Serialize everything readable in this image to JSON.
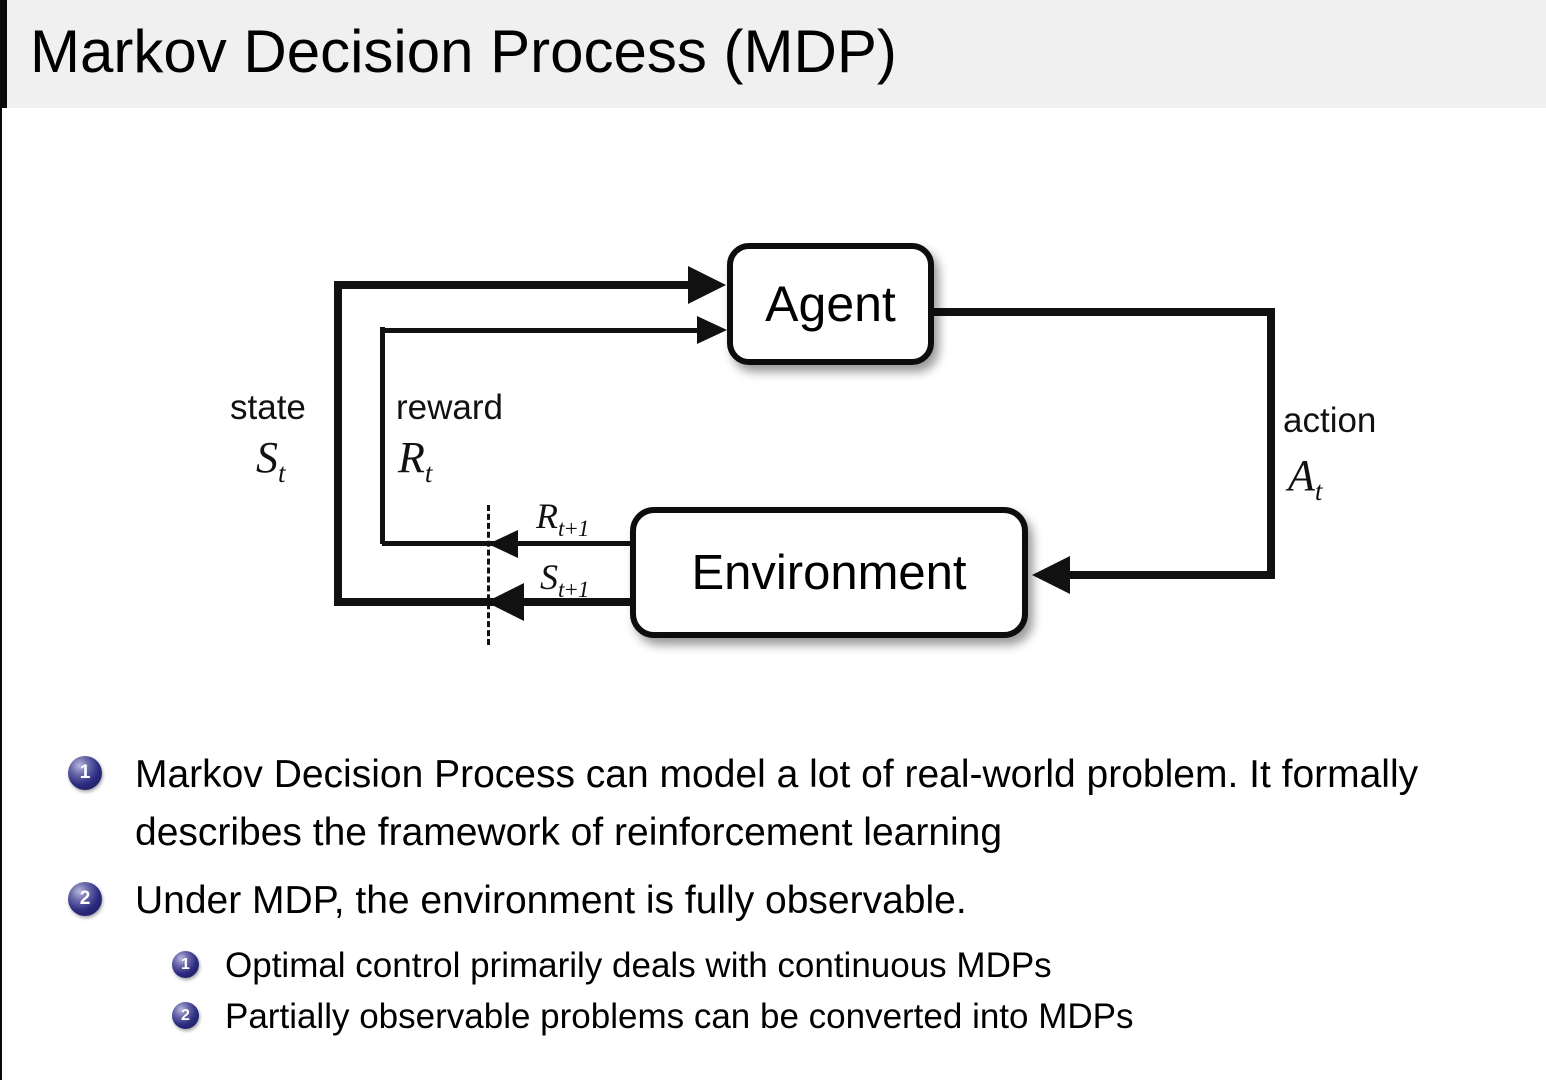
{
  "title": "Markov Decision Process (MDP)",
  "diagram": {
    "agent": "Agent",
    "environment": "Environment",
    "state": {
      "word": "state",
      "sym": "S",
      "sub": "t"
    },
    "reward": {
      "word": "reward",
      "sym": "R",
      "sub": "t"
    },
    "action": {
      "word": "action",
      "sym": "A",
      "sub": "t"
    },
    "reward_next": {
      "sym": "R",
      "sub": "t+1"
    },
    "state_next": {
      "sym": "S",
      "sub": "t+1"
    }
  },
  "bullets": [
    {
      "number": "1",
      "text": "Markov Decision Process can model a lot of real-world problem. It formally describes the framework of reinforcement learning"
    },
    {
      "number": "2",
      "text": "Under MDP, the environment is fully observable.",
      "subitems": [
        {
          "number": "1",
          "text": "Optimal control primarily deals with continuous MDPs"
        },
        {
          "number": "2",
          "text": "Partially observable problems can be converted into MDPs"
        }
      ]
    }
  ],
  "colors": {
    "header_bg": "#f0f0f0",
    "edge_bar": "#0a0a0a",
    "line": "#111111",
    "bullet_ball": "#2c2c80",
    "text": "#000000"
  }
}
